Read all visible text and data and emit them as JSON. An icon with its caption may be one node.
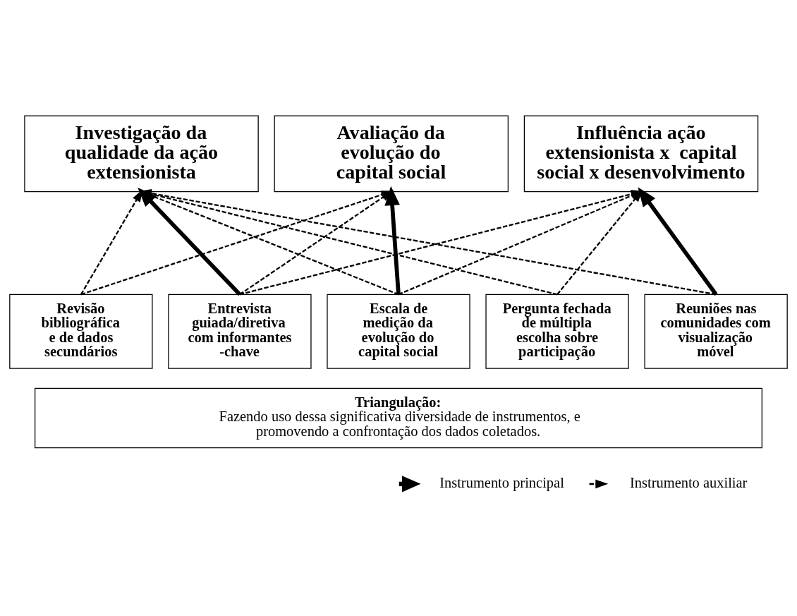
{
  "diagram": {
    "nodes": [
      {
        "text": [
          "Investigação da qualidade da ação extensionista"
        ]
      },
      {
        "text": [
          "Avaliação da evolução do capital social"
        ]
      },
      {
        "text": [
          "Influência ação extensionista x  capital social x desenvolvimento"
        ]
      },
      {
        "text": [
          "Revisão bibliográfica e de dados secundários"
        ]
      },
      {
        "text": [
          "Entrevista guiada/diretiva com informantes -chave"
        ]
      },
      {
        "text": [
          "Escala de medição da evolução do capital social"
        ]
      },
      {
        "text": [
          "Pergunta fechada de múltipla escolha sobre participação"
        ]
      },
      {
        "text": [
          "Reuniões nas comunidades com visualização móvel"
        ]
      },
      {
        "text": [
          "Triangulação:",
          "Fazendo uso dessa significativa diversidade de instrumentos, e promovendo a confrontação dos dados coletados."
        ]
      }
    ],
    "edges": [
      {
        "from": 3,
        "to": 0,
        "arrow": "to",
        "style": "dashed"
      },
      {
        "from": 4,
        "to": 0,
        "arrow": "to",
        "style": "thick"
      },
      {
        "from": 5,
        "to": 0,
        "arrow": "to",
        "style": "dashed"
      },
      {
        "from": 6,
        "to": 0,
        "arrow": "to",
        "style": "dashed"
      },
      {
        "from": 7,
        "to": 0,
        "arrow": "to",
        "style": "dashed"
      },
      {
        "from": 3,
        "to": 1,
        "arrow": "to",
        "style": "dashed"
      },
      {
        "from": 4,
        "to": 1,
        "arrow": "to",
        "style": "dashed"
      },
      {
        "from": 5,
        "to": 1,
        "arrow": "to",
        "style": "thick"
      },
      {
        "from": 4,
        "to": 2,
        "arrow": "to",
        "style": "dashed"
      },
      {
        "from": 5,
        "to": 2,
        "arrow": "to",
        "style": "dashed"
      },
      {
        "from": 6,
        "to": 2,
        "arrow": "to",
        "style": "dashed"
      },
      {
        "from": 7,
        "to": 2,
        "arrow": "to",
        "style": "thick"
      }
    ],
    "legend": [
      {
        "text": "Instrumento principal"
      },
      {
        "text": "Instrumento auxiliar"
      }
    ]
  }
}
